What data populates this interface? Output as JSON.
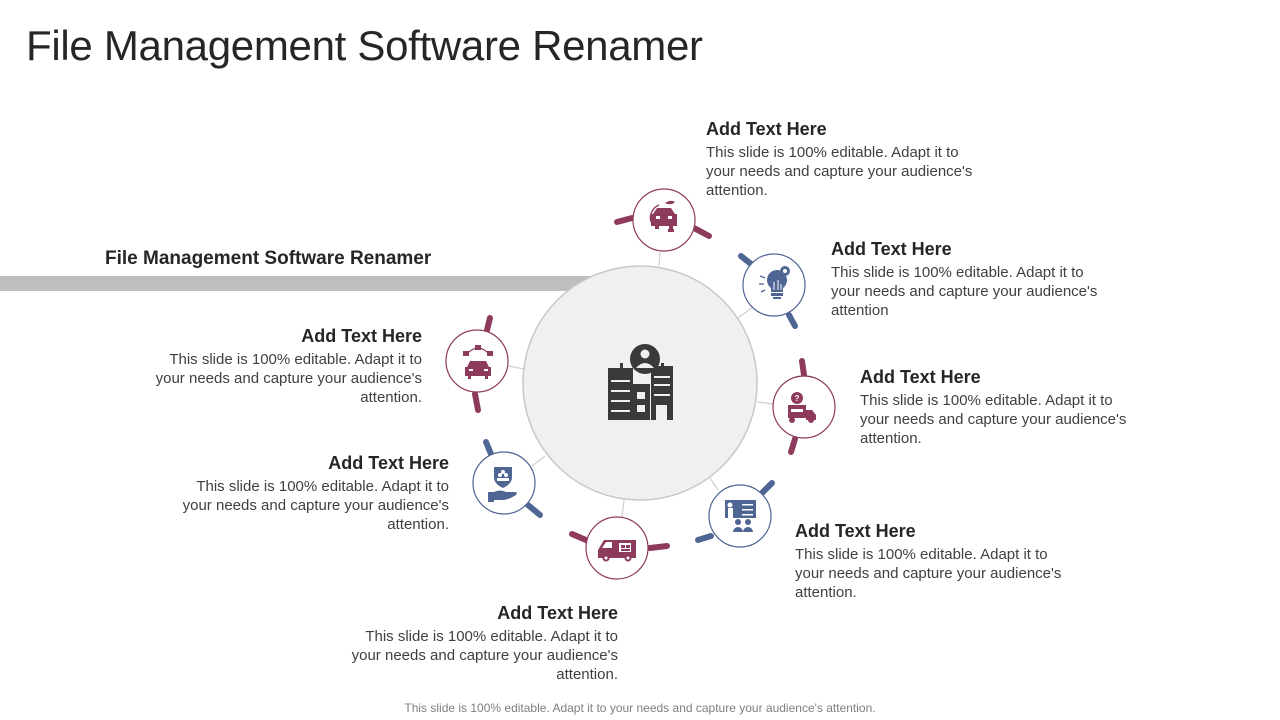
{
  "slide": {
    "title": "File Management Software Renamer",
    "subtitle": "File Management Software Renamer",
    "footer": "This slide is 100% editable. Adapt it to your needs and capture your audience's attention."
  },
  "colors": {
    "maroon": "#8e3a5d",
    "navy": "#4f6594",
    "center_fill": "#f0f0f0",
    "center_stroke": "#c8c8c8",
    "icon_dark": "#3a3a3a",
    "band": "#bfbfbf"
  },
  "center": {
    "icon": "office-building-user-icon"
  },
  "items": [
    {
      "heading": "Add Text Here",
      "body": "This slide is 100% editable. Adapt it to your needs and capture your audience's attention.",
      "icon": "electric-car-icon",
      "color": "maroon"
    },
    {
      "heading": "Add Text Here",
      "body": "This slide is 100% editable. Adapt it to your needs and capture your audience's attention",
      "icon": "idea-bulb-gear-icon",
      "color": "navy"
    },
    {
      "heading": "Add Text Here",
      "body": "This slide is 100% editable. Adapt it to your needs and capture your audience's attention.",
      "icon": "delivery-truck-question-icon",
      "color": "maroon"
    },
    {
      "heading": "Add Text Here",
      "body": "This slide is 100% editable. Adapt it to your needs and capture your audience's attention.",
      "icon": "presentation-board-icon",
      "color": "navy"
    },
    {
      "heading": "Add Text Here",
      "body": "This slide is 100% editable. Adapt it to your needs and capture your audience's attention.",
      "icon": "delivery-van-icon",
      "color": "maroon"
    },
    {
      "heading": "Add Text Here",
      "body": "This slide is 100% editable. Adapt it to your needs and capture your audience's attention.",
      "icon": "team-care-hand-icon",
      "color": "navy"
    },
    {
      "heading": "Add Text Here",
      "body": "This slide is 100% editable. Adapt it to your needs and capture your audience's attention.",
      "icon": "connected-car-icon",
      "color": "maroon"
    }
  ]
}
